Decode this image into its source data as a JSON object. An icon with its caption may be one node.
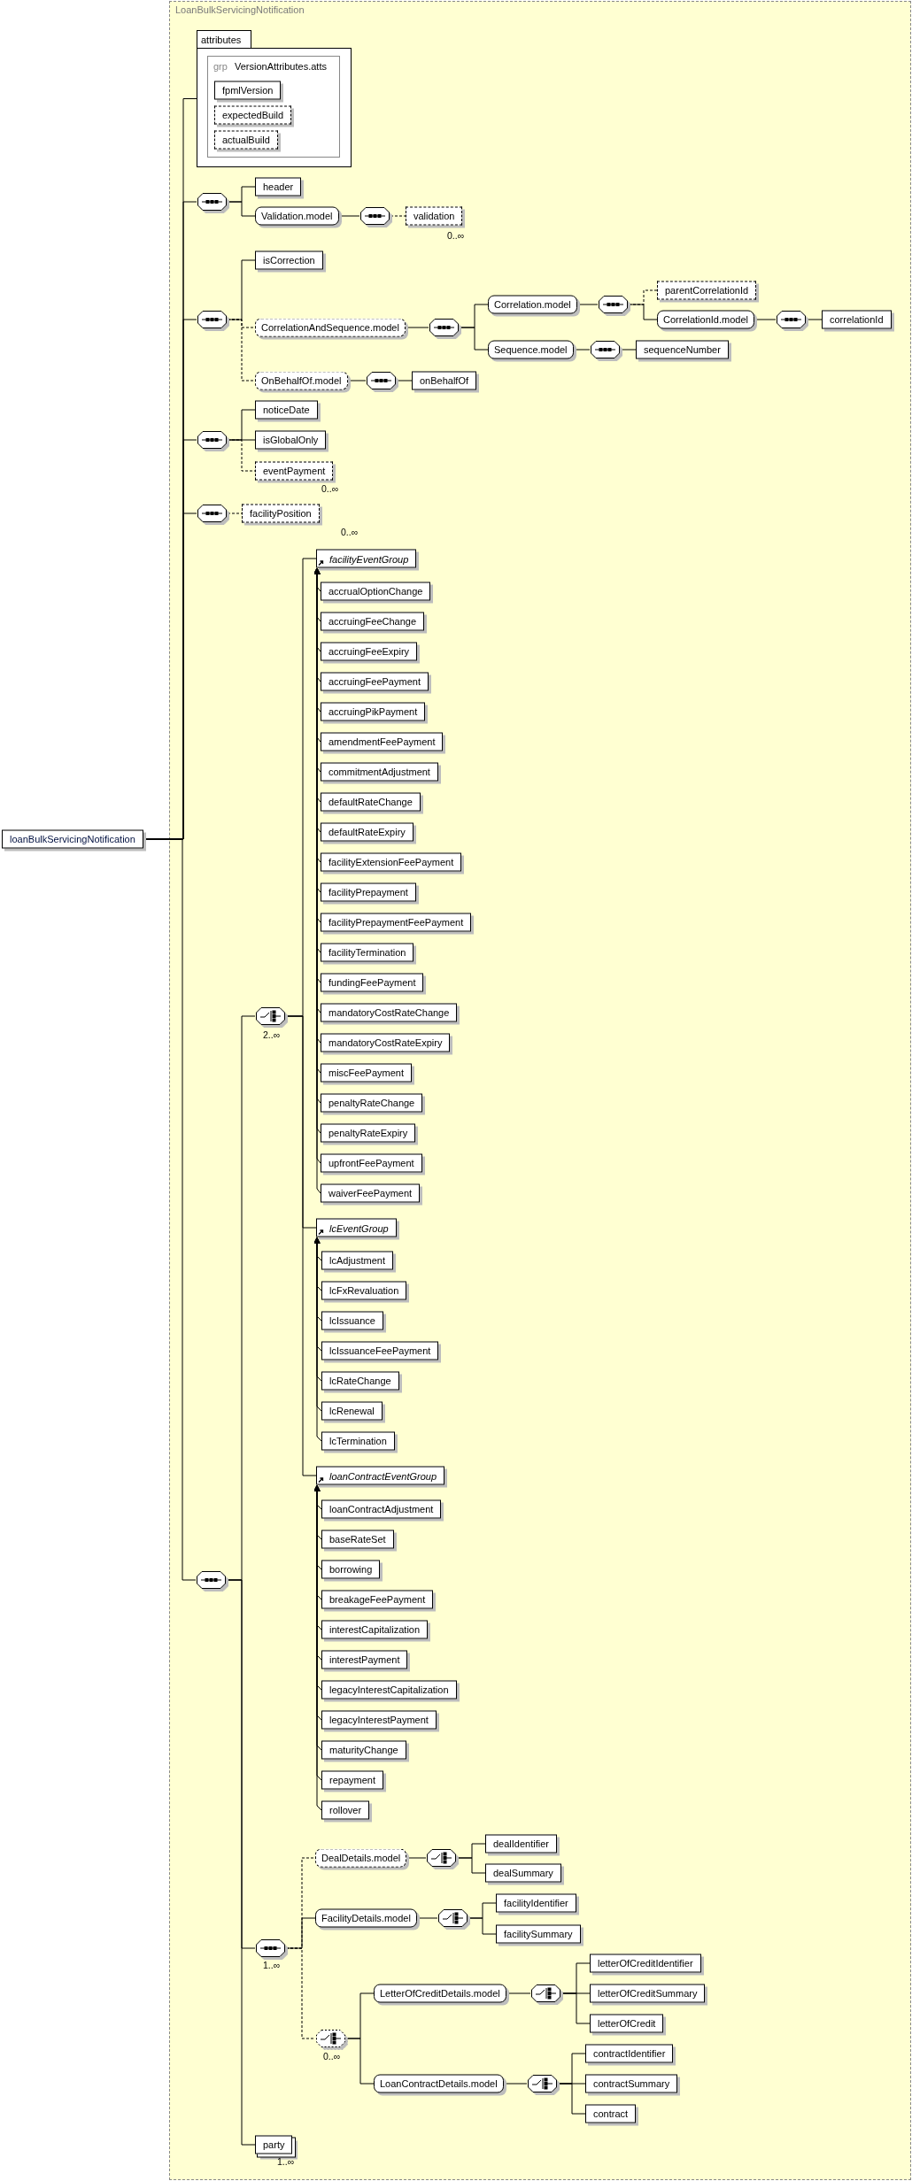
{
  "diagram": {
    "nodes": [
      {
        "text": [
          "loanBulkServicingNotification"
        ]
      },
      {
        "text": [
          "LoanBulkServicingNotification"
        ]
      },
      {
        "text": [
          "attributes"
        ],
        "in": 1
      },
      {
        "text": [
          "grp",
          "VersionAttributes.atts"
        ],
        "in": 2
      },
      {
        "text": [
          "fpmlVersion"
        ],
        "in": 3
      },
      {
        "text": [
          "expectedBuild"
        ],
        "in": 3
      },
      {
        "text": [
          "actualBuild"
        ],
        "in": 3
      },
      {
        "text": [],
        "shape": "octagon",
        "in": 1
      },
      {
        "text": [
          "header"
        ],
        "in": 1
      },
      {
        "text": [
          "Validation.model"
        ],
        "in": 1
      },
      {
        "text": [],
        "shape": "octagon",
        "in": 1
      },
      {
        "text": [
          "validation"
        ],
        "beside": [
          "0..∞"
        ],
        "in": 1
      },
      {
        "text": [],
        "shape": "octagon",
        "in": 1
      },
      {
        "text": [
          "isCorrection"
        ],
        "in": 1
      },
      {
        "text": [
          "CorrelationAndSequence.model"
        ],
        "in": 1
      },
      {
        "text": [],
        "shape": "octagon",
        "in": 1
      },
      {
        "text": [
          "Correlation.model"
        ],
        "in": 1
      },
      {
        "text": [],
        "shape": "octagon",
        "in": 1
      },
      {
        "text": [
          "parentCorrelationId"
        ],
        "in": 1
      },
      {
        "text": [
          "CorrelationId.model"
        ],
        "in": 1
      },
      {
        "text": [],
        "shape": "octagon",
        "in": 1
      },
      {
        "text": [
          "correlationId"
        ],
        "in": 1
      },
      {
        "text": [
          "Sequence.model"
        ],
        "in": 1
      },
      {
        "text": [],
        "shape": "octagon",
        "in": 1
      },
      {
        "text": [
          "sequenceNumber"
        ],
        "in": 1
      },
      {
        "text": [
          "OnBehalfOf.model"
        ],
        "in": 1
      },
      {
        "text": [],
        "shape": "octagon",
        "in": 1
      },
      {
        "text": [
          "onBehalfOf"
        ],
        "in": 1
      },
      {
        "text": [],
        "shape": "octagon",
        "in": 1
      },
      {
        "text": [
          "noticeDate"
        ],
        "in": 1
      },
      {
        "text": [
          "isGlobalOnly"
        ],
        "in": 1
      },
      {
        "text": [
          "eventPayment"
        ],
        "beside": [
          "0..∞"
        ],
        "in": 1
      },
      {
        "text": [],
        "shape": "octagon",
        "in": 1
      },
      {
        "text": [
          "facilityPosition"
        ],
        "beside": [
          "0..∞"
        ],
        "in": 1
      },
      {
        "text": [],
        "shape": "octagon",
        "in": 1
      },
      {
        "text": [],
        "shape": "octagon",
        "beside": [
          "2..∞"
        ],
        "in": 1
      },
      {
        "text": [
          "facilityEventGroup"
        ],
        "in": 1
      },
      {
        "text": [
          "accrualOptionChange"
        ],
        "in": 1
      },
      {
        "text": [
          "accruingFeeChange"
        ],
        "in": 1
      },
      {
        "text": [
          "accruingFeeExpiry"
        ],
        "in": 1
      },
      {
        "text": [
          "accruingFeePayment"
        ],
        "in": 1
      },
      {
        "text": [
          "accruingPikPayment"
        ],
        "in": 1
      },
      {
        "text": [
          "amendmentFeePayment"
        ],
        "in": 1
      },
      {
        "text": [
          "commitmentAdjustment"
        ],
        "in": 1
      },
      {
        "text": [
          "defaultRateChange"
        ],
        "in": 1
      },
      {
        "text": [
          "defaultRateExpiry"
        ],
        "in": 1
      },
      {
        "text": [
          "facilityExtensionFeePayment"
        ],
        "in": 1
      },
      {
        "text": [
          "facilityPrepayment"
        ],
        "in": 1
      },
      {
        "text": [
          "facilityPrepaymentFeePayment"
        ],
        "in": 1
      },
      {
        "text": [
          "facilityTermination"
        ],
        "in": 1
      },
      {
        "text": [
          "fundingFeePayment"
        ],
        "in": 1
      },
      {
        "text": [
          "mandatoryCostRateChange"
        ],
        "in": 1
      },
      {
        "text": [
          "mandatoryCostRateExpiry"
        ],
        "in": 1
      },
      {
        "text": [
          "miscFeePayment"
        ],
        "in": 1
      },
      {
        "text": [
          "penaltyRateChange"
        ],
        "in": 1
      },
      {
        "text": [
          "penaltyRateExpiry"
        ],
        "in": 1
      },
      {
        "text": [
          "upfrontFeePayment"
        ],
        "in": 1
      },
      {
        "text": [
          "waiverFeePayment"
        ],
        "in": 1
      },
      {
        "text": [
          "lcEventGroup"
        ],
        "in": 1
      },
      {
        "text": [
          "lcAdjustment"
        ],
        "in": 1
      },
      {
        "text": [
          "lcFxRevaluation"
        ],
        "in": 1
      },
      {
        "text": [
          "lcIssuance"
        ],
        "in": 1
      },
      {
        "text": [
          "lcIssuanceFeePayment"
        ],
        "in": 1
      },
      {
        "text": [
          "lcRateChange"
        ],
        "in": 1
      },
      {
        "text": [
          "lcRenewal"
        ],
        "in": 1
      },
      {
        "text": [
          "lcTermination"
        ],
        "in": 1
      },
      {
        "text": [
          "loanContractEventGroup"
        ],
        "in": 1
      },
      {
        "text": [
          "loanContractAdjustment"
        ],
        "in": 1
      },
      {
        "text": [
          "baseRateSet"
        ],
        "in": 1
      },
      {
        "text": [
          "borrowing"
        ],
        "in": 1
      },
      {
        "text": [
          "breakageFeePayment"
        ],
        "in": 1
      },
      {
        "text": [
          "interestCapitalization"
        ],
        "in": 1
      },
      {
        "text": [
          "interestPayment"
        ],
        "in": 1
      },
      {
        "text": [
          "legacyInterestCapitalization"
        ],
        "in": 1
      },
      {
        "text": [
          "legacyInterestPayment"
        ],
        "in": 1
      },
      {
        "text": [
          "maturityChange"
        ],
        "in": 1
      },
      {
        "text": [
          "repayment"
        ],
        "in": 1
      },
      {
        "text": [
          "rollover"
        ],
        "in": 1
      },
      {
        "text": [],
        "shape": "octagon",
        "beside": [
          "1..∞"
        ],
        "in": 1
      },
      {
        "text": [
          "DealDetails.model"
        ],
        "in": 1
      },
      {
        "text": [],
        "shape": "octagon",
        "in": 1
      },
      {
        "text": [
          "dealIdentifier"
        ],
        "in": 1
      },
      {
        "text": [
          "dealSummary"
        ],
        "in": 1
      },
      {
        "text": [
          "FacilityDetails.model"
        ],
        "in": 1
      },
      {
        "text": [],
        "shape": "octagon",
        "in": 1
      },
      {
        "text": [
          "facilityIdentifier"
        ],
        "in": 1
      },
      {
        "text": [
          "facilitySummary"
        ],
        "in": 1
      },
      {
        "text": [],
        "shape": "octagon",
        "beside": [
          "0..∞"
        ],
        "in": 1
      },
      {
        "text": [
          "LetterOfCreditDetails.model"
        ],
        "in": 1
      },
      {
        "text": [],
        "shape": "octagon",
        "in": 1
      },
      {
        "text": [
          "letterOfCreditIdentifier"
        ],
        "in": 1
      },
      {
        "text": [
          "letterOfCreditSummary"
        ],
        "in": 1
      },
      {
        "text": [
          "letterOfCredit"
        ],
        "in": 1
      },
      {
        "text": [
          "LoanContractDetails.model"
        ],
        "in": 1
      },
      {
        "text": [],
        "shape": "octagon",
        "in": 1
      },
      {
        "text": [
          "contractIdentifier"
        ],
        "in": 1
      },
      {
        "text": [
          "contractSummary"
        ],
        "in": 1
      },
      {
        "text": [
          "contract"
        ],
        "in": 1
      },
      {
        "text": [
          "party"
        ],
        "beside": [
          "1..∞"
        ],
        "in": 1
      }
    ],
    "edges": [
      {
        "from": 0,
        "to": 2,
        "arrow": "none"
      },
      {
        "from": 0,
        "to": 7,
        "arrow": "none"
      },
      {
        "from": 0,
        "to": 12,
        "arrow": "none"
      },
      {
        "from": 0,
        "to": 28,
        "arrow": "none"
      },
      {
        "from": 0,
        "to": 32,
        "arrow": "none"
      },
      {
        "from": 0,
        "to": 34,
        "arrow": "none"
      },
      {
        "from": 7,
        "to": 8,
        "arrow": "none"
      },
      {
        "from": 7,
        "to": 9,
        "arrow": "none"
      },
      {
        "from": 9,
        "to": 10,
        "arrow": "none"
      },
      {
        "from": 10,
        "to": 11,
        "arrow": "none",
        "style": "dashed"
      },
      {
        "from": 12,
        "to": 13,
        "arrow": "none"
      },
      {
        "from": 12,
        "to": 14,
        "arrow": "none",
        "style": "dashed"
      },
      {
        "from": 12,
        "to": 25,
        "arrow": "none",
        "style": "dashed"
      },
      {
        "from": 14,
        "to": 15,
        "arrow": "none"
      },
      {
        "from": 15,
        "to": 16,
        "arrow": "none"
      },
      {
        "from": 15,
        "to": 22,
        "arrow": "none"
      },
      {
        "from": 16,
        "to": 17,
        "arrow": "none"
      },
      {
        "from": 17,
        "to": 18,
        "arrow": "none",
        "style": "dashed"
      },
      {
        "from": 17,
        "to": 19,
        "arrow": "none"
      },
      {
        "from": 19,
        "to": 20,
        "arrow": "none"
      },
      {
        "from": 20,
        "to": 21,
        "arrow": "none"
      },
      {
        "from": 22,
        "to": 23,
        "arrow": "none"
      },
      {
        "from": 23,
        "to": 24,
        "arrow": "none"
      },
      {
        "from": 25,
        "to": 26,
        "arrow": "none"
      },
      {
        "from": 26,
        "to": 27,
        "arrow": "none"
      },
      {
        "from": 28,
        "to": 29,
        "arrow": "none"
      },
      {
        "from": 28,
        "to": 30,
        "arrow": "none"
      },
      {
        "from": 28,
        "to": 31,
        "arrow": "none",
        "style": "dashed"
      },
      {
        "from": 32,
        "to": 33,
        "arrow": "none",
        "style": "dashed"
      },
      {
        "from": 34,
        "to": 35,
        "arrow": "none"
      },
      {
        "from": 34,
        "to": 78,
        "arrow": "none"
      },
      {
        "from": 34,
        "to": 98,
        "arrow": "none"
      },
      {
        "from": 35,
        "to": 36,
        "arrow": "none"
      },
      {
        "from": 35,
        "to": 58,
        "arrow": "none"
      },
      {
        "from": 35,
        "to": 66,
        "arrow": "none"
      },
      {
        "from": 37,
        "to": 36,
        "arrow": "to"
      },
      {
        "from": 38,
        "to": 36,
        "arrow": "to"
      },
      {
        "from": 39,
        "to": 36,
        "arrow": "to"
      },
      {
        "from": 40,
        "to": 36,
        "arrow": "to"
      },
      {
        "from": 41,
        "to": 36,
        "arrow": "to"
      },
      {
        "from": 42,
        "to": 36,
        "arrow": "to"
      },
      {
        "from": 43,
        "to": 36,
        "arrow": "to"
      },
      {
        "from": 44,
        "to": 36,
        "arrow": "to"
      },
      {
        "from": 45,
        "to": 36,
        "arrow": "to"
      },
      {
        "from": 46,
        "to": 36,
        "arrow": "to"
      },
      {
        "from": 47,
        "to": 36,
        "arrow": "to"
      },
      {
        "from": 48,
        "to": 36,
        "arrow": "to"
      },
      {
        "from": 49,
        "to": 36,
        "arrow": "to"
      },
      {
        "from": 50,
        "to": 36,
        "arrow": "to"
      },
      {
        "from": 51,
        "to": 36,
        "arrow": "to"
      },
      {
        "from": 52,
        "to": 36,
        "arrow": "to"
      },
      {
        "from": 53,
        "to": 36,
        "arrow": "to"
      },
      {
        "from": 54,
        "to": 36,
        "arrow": "to"
      },
      {
        "from": 55,
        "to": 36,
        "arrow": "to"
      },
      {
        "from": 56,
        "to": 36,
        "arrow": "to"
      },
      {
        "from": 57,
        "to": 36,
        "arrow": "to"
      },
      {
        "from": 59,
        "to": 58,
        "arrow": "to"
      },
      {
        "from": 60,
        "to": 58,
        "arrow": "to"
      },
      {
        "from": 61,
        "to": 58,
        "arrow": "to"
      },
      {
        "from": 62,
        "to": 58,
        "arrow": "to"
      },
      {
        "from": 63,
        "to": 58,
        "arrow": "to"
      },
      {
        "from": 64,
        "to": 58,
        "arrow": "to"
      },
      {
        "from": 65,
        "to": 58,
        "arrow": "to"
      },
      {
        "from": 67,
        "to": 66,
        "arrow": "to"
      },
      {
        "from": 68,
        "to": 66,
        "arrow": "to"
      },
      {
        "from": 69,
        "to": 66,
        "arrow": "to"
      },
      {
        "from": 70,
        "to": 66,
        "arrow": "to"
      },
      {
        "from": 71,
        "to": 66,
        "arrow": "to"
      },
      {
        "from": 72,
        "to": 66,
        "arrow": "to"
      },
      {
        "from": 73,
        "to": 66,
        "arrow": "to"
      },
      {
        "from": 74,
        "to": 66,
        "arrow": "to"
      },
      {
        "from": 75,
        "to": 66,
        "arrow": "to"
      },
      {
        "from": 76,
        "to": 66,
        "arrow": "to"
      },
      {
        "from": 77,
        "to": 66,
        "arrow": "to"
      },
      {
        "from": 78,
        "to": 79,
        "arrow": "none",
        "style": "dashed"
      },
      {
        "from": 78,
        "to": 83,
        "arrow": "none"
      },
      {
        "from": 78,
        "to": 87,
        "arrow": "none",
        "style": "dashed"
      },
      {
        "from": 79,
        "to": 80,
        "arrow": "none"
      },
      {
        "from": 80,
        "to": 81,
        "arrow": "none"
      },
      {
        "from": 80,
        "to": 82,
        "arrow": "none"
      },
      {
        "from": 83,
        "to": 84,
        "arrow": "none"
      },
      {
        "from": 84,
        "to": 85,
        "arrow": "none"
      },
      {
        "from": 84,
        "to": 86,
        "arrow": "none"
      },
      {
        "from": 87,
        "to": 88,
        "arrow": "none"
      },
      {
        "from": 87,
        "to": 93,
        "arrow": "none"
      },
      {
        "from": 88,
        "to": 89,
        "arrow": "none"
      },
      {
        "from": 89,
        "to": 90,
        "arrow": "none"
      },
      {
        "from": 89,
        "to": 91,
        "arrow": "none"
      },
      {
        "from": 89,
        "to": 92,
        "arrow": "none"
      },
      {
        "from": 93,
        "to": 94,
        "arrow": "none"
      },
      {
        "from": 94,
        "to": 95,
        "arrow": "none"
      },
      {
        "from": 94,
        "to": 96,
        "arrow": "none"
      },
      {
        "from": 94,
        "to": 97,
        "arrow": "none"
      }
    ]
  }
}
